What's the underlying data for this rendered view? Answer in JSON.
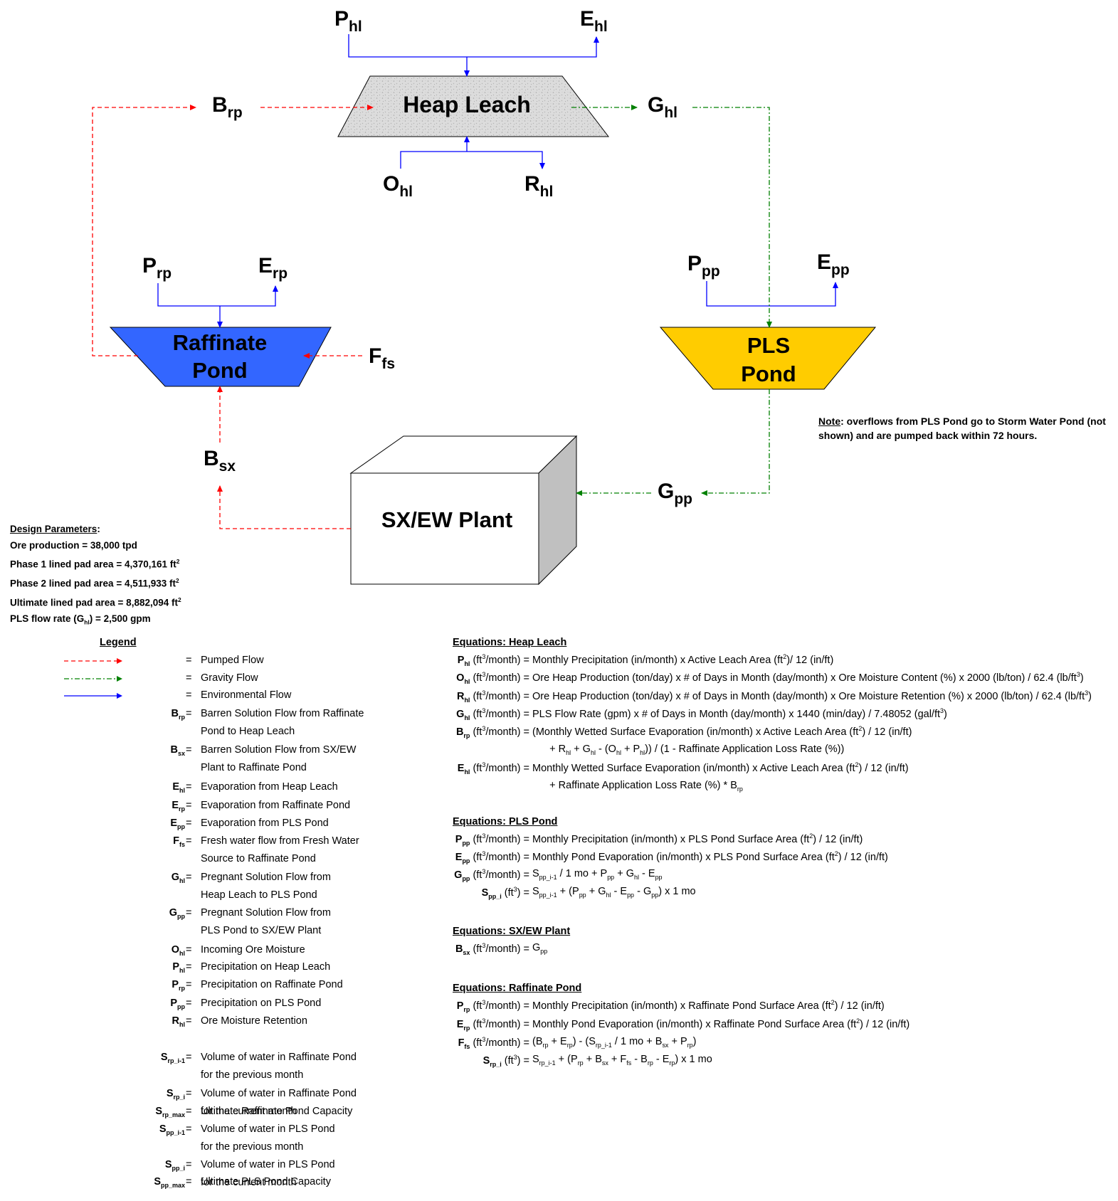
{
  "diagram": {
    "heap_leach": {
      "label": "Heap Leach",
      "color": "#d9d9d9"
    },
    "raffinate_pond": {
      "label_line1": "Raffinate",
      "label_line2": "Pond",
      "color": "#3366ff"
    },
    "pls_pond": {
      "label_line1": "PLS",
      "label_line2": "Pond",
      "color": "#ffcc00"
    },
    "sxew_plant": {
      "label": "SX/EW Plant",
      "side_color": "#c0c0c0"
    },
    "flow_labels": {
      "P_hl": {
        "base": "P",
        "sub": "hl"
      },
      "E_hl": {
        "base": "E",
        "sub": "hl"
      },
      "B_rp": {
        "base": "B",
        "sub": "rp"
      },
      "G_hl": {
        "base": "G",
        "sub": "hl"
      },
      "O_hl": {
        "base": "O",
        "sub": "hl"
      },
      "R_hl": {
        "base": "R",
        "sub": "hl"
      },
      "P_rp": {
        "base": "P",
        "sub": "rp"
      },
      "E_rp": {
        "base": "E",
        "sub": "rp"
      },
      "P_pp": {
        "base": "P",
        "sub": "pp"
      },
      "E_pp": {
        "base": "E",
        "sub": "pp"
      },
      "F_fs": {
        "base": "F",
        "sub": "fs"
      },
      "B_sx": {
        "base": "B",
        "sub": "sx"
      },
      "G_pp": {
        "base": "G",
        "sub": "pp"
      }
    },
    "colors": {
      "pumped": "#ff0000",
      "gravity": "#008000",
      "environmental": "#0000ff"
    }
  },
  "note": {
    "label": "Note",
    "text": ": overflows from PLS Pond go to Storm Water Pond (not shown) and are pumped back within 72 hours."
  },
  "design_parameters": {
    "title": "Design Parameters",
    "ore_production": "Ore production = 38,000 tpd",
    "phase1": "Phase 1 lined pad area = 4,370,161 ft",
    "phase2": "Phase 2 lined pad area = 4,511,933 ft",
    "ultimate": "Ultimate lined pad area = 8,882,094 ft",
    "pls_flow_prefix": "PLS flow rate (G",
    "pls_flow_sub": "hl",
    "pls_flow_suffix": ") = 2,500 gpm",
    "sup2": "2"
  },
  "legend": {
    "title": "Legend",
    "flows": [
      {
        "desc": "Pumped Flow",
        "color": "#ff0000",
        "style": "dashed"
      },
      {
        "desc": "Gravity Flow",
        "color": "#008000",
        "style": "dashdot"
      },
      {
        "desc": "Environmental Flow",
        "color": "#0000ff",
        "style": "solid"
      }
    ],
    "eq_sign": "=",
    "items": [
      {
        "base": "B",
        "sub": "rp",
        "desc1": "Barren Solution Flow from Raffinate",
        "desc2": "Pond to Heap Leach"
      },
      {
        "base": "B",
        "sub": "sx",
        "desc1": "Barren Solution Flow from SX/EW",
        "desc2": "Plant to Raffinate Pond"
      },
      {
        "base": "E",
        "sub": "hl",
        "desc1": "Evaporation from Heap Leach",
        "desc2": ""
      },
      {
        "base": "E",
        "sub": "rp",
        "desc1": "Evaporation from Raffinate Pond",
        "desc2": ""
      },
      {
        "base": "E",
        "sub": "pp",
        "desc1": "Evaporation from PLS Pond",
        "desc2": ""
      },
      {
        "base": "F",
        "sub": "fs",
        "desc1": "Fresh water flow from Fresh Water",
        "desc2": "Source to Raffinate Pond"
      },
      {
        "base": "G",
        "sub": "hl",
        "desc1": "Pregnant Solution Flow from",
        "desc2": "Heap Leach to PLS Pond"
      },
      {
        "base": "G",
        "sub": "pp",
        "desc1": "Pregnant Solution Flow from",
        "desc2": "PLS Pond to SX/EW Plant"
      },
      {
        "base": "O",
        "sub": "hl",
        "desc1": "Incoming Ore Moisture",
        "desc2": ""
      },
      {
        "base": "P",
        "sub": "hl",
        "desc1": "Precipitation on Heap Leach",
        "desc2": ""
      },
      {
        "base": "P",
        "sub": "rp",
        "desc1": "Precipitation on Raffinate Pond",
        "desc2": ""
      },
      {
        "base": "P",
        "sub": "pp",
        "desc1": "Precipitation on PLS Pond",
        "desc2": ""
      },
      {
        "base": "R",
        "sub": "hl",
        "desc1": "Ore Moisture Retention",
        "desc2": ""
      },
      {
        "base": "S",
        "sub": "rp_i-1",
        "desc1": "Volume of water in Raffinate Pond",
        "desc2": "for the previous month"
      },
      {
        "base": "S",
        "sub": "rp_i",
        "desc1": "Volume of water in Raffinate Pond",
        "desc2": "for the current month"
      },
      {
        "base": "S",
        "sub": "rp_max",
        "desc1": "Ultimate Raffinate Pond Capacity",
        "desc2": ""
      },
      {
        "base": "S",
        "sub": "pp_i-1",
        "desc1": "Volume of water in PLS Pond",
        "desc2": "for the previous month"
      },
      {
        "base": "S",
        "sub": "pp_i",
        "desc1": "Volume of water in PLS Pond",
        "desc2": "for the current month"
      },
      {
        "base": "S",
        "sub": "pp_max",
        "desc1": "Ultimate PLS Pond Capacity",
        "desc2": ""
      }
    ]
  },
  "equations": {
    "heap_leach": {
      "title": "Equations: Heap Leach",
      "rows": [
        {
          "lhs": "<b>P<sub>hl</sub></b> (ft<sup>3</sup>/month) =",
          "rhs": "Monthly Precipitation (in/month) x Active Leach Area (ft<sup>2</sup>)/ 12 (in/ft)"
        },
        {
          "lhs": "<b>O<sub>hl</sub></b> (ft<sup>3</sup>/month) =",
          "rhs": "Ore Heap Production (ton/day) x # of Days in Month (day/month) x Ore Moisture Content (%) x 2000 (lb/ton) / 62.4 (lb/ft<sup>3</sup>)"
        },
        {
          "lhs": "<b>R<sub>hl</sub></b> (ft<sup>3</sup>/month) =",
          "rhs": "Ore Heap Production (ton/day) x # of Days in Month (day/month) x Ore Moisture Retention (%) x 2000 (lb/ton) / 62.4 (lb/ft<sup>3</sup>)"
        },
        {
          "lhs": "<b>G<sub>hl</sub></b> (ft<sup>3</sup>/month) =",
          "rhs": "PLS Flow Rate (gpm) x # of Days in Month (day/month) x 1440 (min/day) / 7.48052 (gal/ft<sup>3</sup>)"
        },
        {
          "lhs": "<b>B<sub>rp</sub></b> (ft<sup>3</sup>/month) =",
          "rhs": "(Monthly Wetted Surface Evaporation (in/month) x Active Leach Area (ft<sup>2</sup>) / 12 (in/ft)"
        },
        {
          "lhs": "",
          "rhs": "&nbsp;&nbsp;&nbsp;&nbsp;&nbsp;&nbsp;+ R<sub>hl</sub> + G<sub>hl</sub> - (O<sub>hl</sub> + P<sub>hl</sub>)) / (1 - Raffinate Application Loss Rate (%))"
        },
        {
          "lhs": "<b>E<sub>hl</sub></b> (ft<sup>3</sup>/month) =",
          "rhs": "Monthly Wetted Surface Evaporation (in/month) x Active Leach Area (ft<sup>2</sup>) / 12 (in/ft)"
        },
        {
          "lhs": "",
          "rhs": "&nbsp;&nbsp;&nbsp;&nbsp;&nbsp;&nbsp;+ Raffinate Application Loss Rate (%) * B<sub>rp</sub>"
        }
      ]
    },
    "pls_pond": {
      "title": "Equations: PLS Pond",
      "rows": [
        {
          "lhs": "<b>P<sub>pp</sub></b> (ft<sup>3</sup>/month) =",
          "rhs": "Monthly Precipitation (in/month) x PLS Pond Surface Area (ft<sup>2</sup>) / 12 (in/ft)"
        },
        {
          "lhs": "<b>E<sub>pp</sub></b> (ft<sup>3</sup>/month) =",
          "rhs": "Monthly Pond Evaporation (in/month) x PLS Pond Surface Area (ft<sup>2</sup>) / 12 (in/ft)"
        },
        {
          "lhs": "<b>G<sub>pp</sub></b> (ft<sup>3</sup>/month) =",
          "rhs": "S<sub>pp_i-1</sub> / 1 mo + P<sub>pp</sub> + G<sub>hl</sub> - E<sub>pp</sub>"
        },
        {
          "lhs": "<b>S<sub>pp_i</sub></b> (ft<sup>3</sup>) =",
          "rhs": "S<sub>pp_i-1</sub> + (P<sub>pp</sub> + G<sub>hl</sub> - E<sub>pp</sub> - G<sub>pp</sub>) x 1 mo"
        }
      ]
    },
    "sxew": {
      "title": "Equations: SX/EW Plant",
      "rows": [
        {
          "lhs": "<b>B<sub>sx</sub></b> (ft<sup>3</sup>/month) =",
          "rhs": "G<sub>pp</sub>"
        }
      ]
    },
    "raffinate": {
      "title": "Equations: Raffinate Pond",
      "rows": [
        {
          "lhs": "<b>P<sub>rp</sub></b> (ft<sup>3</sup>/month) =",
          "rhs": "Monthly Precipitation (in/month) x Raffinate Pond Surface Area (ft<sup>2</sup>) / 12 (in/ft)"
        },
        {
          "lhs": "<b>E<sub>rp</sub></b> (ft<sup>3</sup>/month) =",
          "rhs": "Monthly Pond Evaporation (in/month) x Raffinate Pond Surface Area (ft<sup>2</sup>) / 12 (in/ft)"
        },
        {
          "lhs": "<b>F<sub>fs</sub></b> (ft<sup>3</sup>/month) =",
          "rhs": "(B<sub>rp</sub> + E<sub>rp</sub>) - (S<sub>rp_i-1</sub> / 1 mo + B<sub>sx</sub> + P<sub>rp</sub>)"
        },
        {
          "lhs": "<b>S<sub>rp_i</sub></b> (ft<sup>3</sup>) =",
          "rhs": "S<sub>rp_i-1</sub> + (P<sub>rp</sub> + B<sub>sx</sub> + F<sub>fs</sub> - B<sub>rp</sub> - E<sub>rp</sub>) x 1 mo"
        }
      ]
    }
  }
}
